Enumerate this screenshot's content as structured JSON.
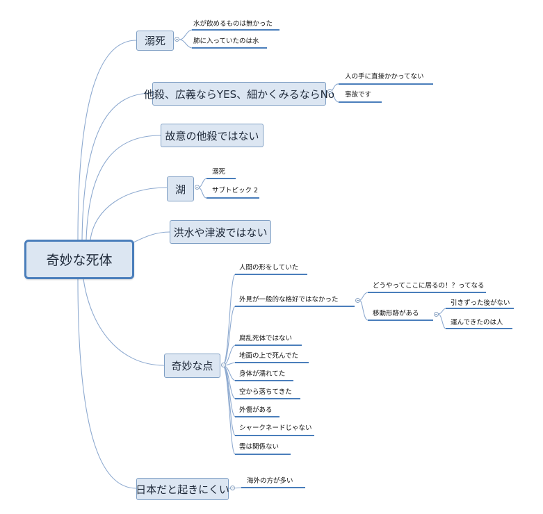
{
  "root": {
    "label": "奇妙な死体"
  },
  "branches": [
    {
      "label": "溺死",
      "children": [
        "水が飲めるものは無かった",
        "肺に入っていたのは水"
      ]
    },
    {
      "label": "他殺、広義ならYES、細かくみるならNo",
      "children": [
        "人の手に直接かかってない",
        "事故です"
      ]
    },
    {
      "label": "故意の他殺ではない",
      "children": []
    },
    {
      "label": "湖",
      "children": [
        "溺死",
        "サブトピック 2"
      ]
    },
    {
      "label": "洪水や津波ではない",
      "children": []
    },
    {
      "label": "奇妙な点",
      "children": [
        {
          "label": "人間の形をしていた"
        },
        {
          "label": "外見が一般的な格好ではなかった",
          "children": [
            {
              "label": "どうやってここに居るの！？ってなる"
            },
            {
              "label": "移動形跡がある",
              "children": [
                "引きずった後がない",
                "運んできたのは人"
              ]
            }
          ]
        },
        {
          "label": "腐乱死体ではない"
        },
        {
          "label": "地面の上で死んでた"
        },
        {
          "label": "身体が濡れてた"
        },
        {
          "label": "空から落ちてきた"
        },
        {
          "label": "外傷がある"
        },
        {
          "label": "シャークネードじゃない"
        },
        {
          "label": "雲は関係ない"
        }
      ]
    },
    {
      "label": "日本だと起きにくい",
      "children": [
        "海外の方が多い"
      ]
    }
  ],
  "colors": {
    "connector": "#8eaad0",
    "underline": "#4a7ebb",
    "node_fill": "#dce6f2",
    "node_border": "#7f9fc4",
    "root_border": "#4a7ebb"
  }
}
